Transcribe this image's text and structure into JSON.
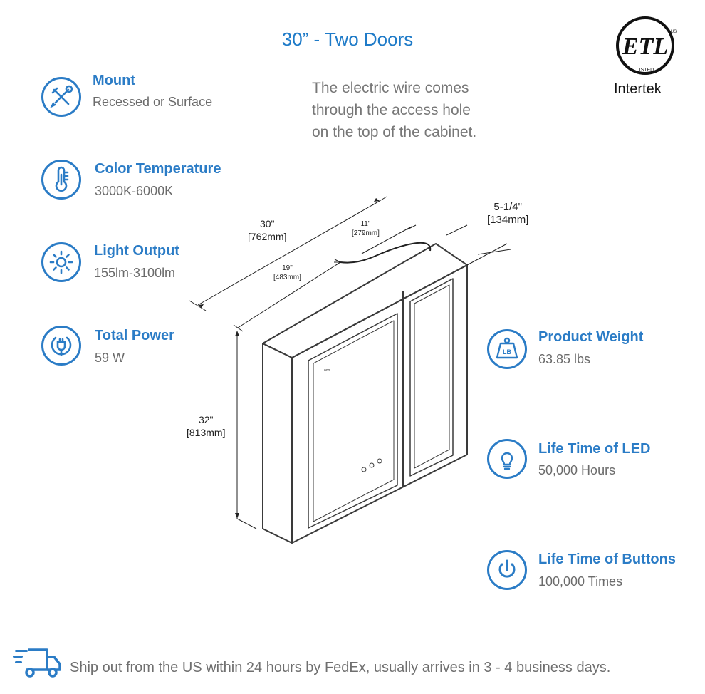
{
  "title": "30” - Two Doors",
  "note_lines": [
    "The electric wire comes",
    "through the access hole",
    "on the top of the cabinet."
  ],
  "cert": {
    "logo_text": "ETL",
    "listed": "LISTED",
    "us": "US",
    "brand": "Intertek"
  },
  "features_left": [
    {
      "title": "Mount",
      "value": "Recessed or Surface",
      "icon": "tools-icon"
    },
    {
      "title": "Color Temperature",
      "value": "3000K-6000K",
      "icon": "thermometer-icon"
    },
    {
      "title": "Light Output",
      "value": "155lm-3100lm",
      "icon": "sun-icon"
    },
    {
      "title": "Total Power",
      "value": "59 W",
      "icon": "plug-icon"
    }
  ],
  "features_right": [
    {
      "title": "Product Weight",
      "value": "63.85 lbs",
      "icon": "weight-icon",
      "icon_text": "LB"
    },
    {
      "title": "Life Time of LED",
      "value": "50,000 Hours",
      "icon": "lightbulb-icon"
    },
    {
      "title": "Life Time of Buttons",
      "value": "100,000 Times",
      "icon": "power-icon"
    }
  ],
  "dimensions": {
    "width": {
      "in": "30\"",
      "mm": "[762mm]"
    },
    "hole_offset": {
      "in": "19\"",
      "mm": "[483mm]"
    },
    "hole_gap": {
      "in": "11\"",
      "mm": "[279mm]"
    },
    "depth": {
      "in": "5-1/4\"",
      "mm": "[134mm]"
    },
    "height": {
      "in": "32\"",
      "mm": "[813mm]"
    }
  },
  "shipping": {
    "text": "Ship out from the US within 24 hours by FedEx, usually arrives in 3 - 4 business days.",
    "icon": "truck-icon"
  },
  "colors": {
    "accent": "#2b7cc6",
    "text_gray": "#6b6b6b",
    "cabinet": "#3a3a3a"
  }
}
